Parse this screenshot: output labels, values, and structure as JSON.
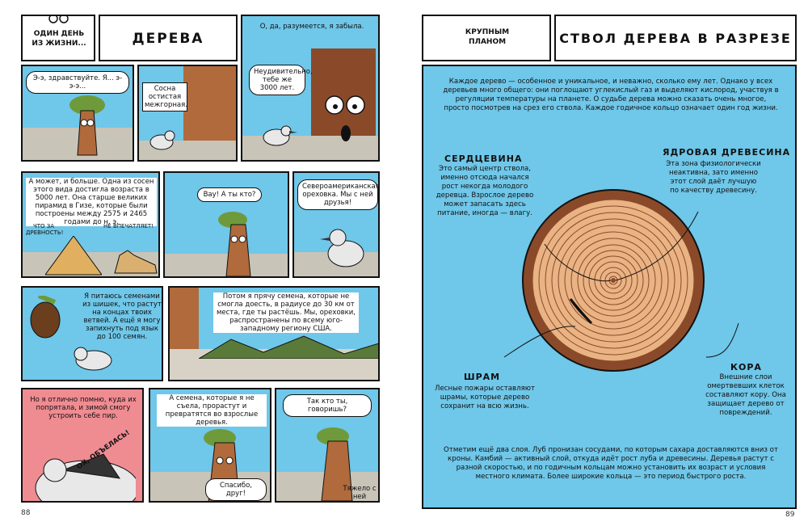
{
  "left_page": {
    "badge": "ОДИН ДЕНЬ ИЗ ЖИЗНИ...",
    "title": "ДЕРЕВА",
    "page_number": "88",
    "p1_caption": "О, да, разумеется, я забыла.",
    "p2_speech": "Э-э, здравствуйте. Я... э-э-э...",
    "p3_caption": "Сосна остистая межгорная.",
    "p4_speech": "Неудивительно, тебе же 3000 лет.",
    "p5_caption": "А может, и больше. Одна из сосен этого вида достигла возраста в 5000 лет. Она старше великих пирамид в Гизе, которые были построены между 2575 и 2465 годами до н. э.",
    "p5_pyramid": "ЧТО ЗА ДРЕВНОСТЬ!",
    "p5_sphinx": "НЕ ВПЕЧАТЛЯЕТ!",
    "p6_speech": "Вау! А ты кто?",
    "p7_speech": "Североамериканская ореховка. Мы с ней друзья!",
    "p8_speech": "Я питаюсь семенами из шишек, что растут на концах твоих ветвей. А ещё я могу запихнуть под язык до 100 семян.",
    "p9_caption": "Потом я прячу семена, которые не смогла доесть, в радиусе до 30 км от места, где ты растёшь. Мы, ореховки, распространены по всему юго-западному региону США.",
    "p10_caption": "Но я отлично помню, куда их попрятала, и зимой смогу устроить себе пир.",
    "p10_sfx": "ОХ, ОБЪЕЛАСЬ!",
    "p11_caption": "А семена, которые я не съела, прорастут и превратятся во взрослые деревья.",
    "p11_speech": "Спасибо, друг!",
    "p12_caption": "Так кто ты, говоришь?",
    "p12_speech": "Тяжело с ней"
  },
  "right_page": {
    "badge": "КРУПНЫМ ПЛАНОМ",
    "title": "СТВОЛ ДЕРЕВА В РАЗРЕЗЕ",
    "page_number": "89",
    "intro": "Каждое дерево — особенное и уникальное, и неважно, сколько ему лет. Однако у всех деревьев много общего: они поглощают углекислый газ и выделяют кислород, участвуя в регуляции температуры на планете. О судьбе дерева можно сказать очень многое, просто посмотрев на срез его ствола. Каждое годичное кольцо означает один год жизни.",
    "labels": {
      "heart_title": "СЕРДЦЕВИНА",
      "heart_text": "Это самый центр ствола, именно отсюда начался рост некогда молодого деревца. Взрослое дерево может запасать здесь питание, иногда — влагу.",
      "core_title": "ЯДРОВАЯ ДРЕВЕСИНА",
      "core_text": "Эта зона физиологически неактивна, зато именно этот слой даёт лучшую по качеству древесину.",
      "scar_title": "ШРАМ",
      "scar_text": "Лесные пожары оставляют шрамы, которые дерево сохранит на всю жизнь.",
      "bark_title": "КОРА",
      "bark_text": "Внешние слои омертвевших клеток составляют кору. Она защищает дерево от повреждений."
    },
    "outro": "Отметим ещё два слоя. Луб пронизан сосудами, по которым сахара доставляются вниз от кроны. Камбий — активный слой, откуда идёт рост луба и древесины. Деревья растут с разной скоростью, и по годичным кольцам можно установить их возраст и условия местного климата. Более широкие кольца — это период быстрого роста."
  },
  "colors": {
    "sky": "#6fc7e9",
    "pink": "#ef8c92",
    "bark": "#8a4a2a",
    "wood": "#e9b384",
    "ground": "#c9c4b8",
    "foliage": "#6e9a3c"
  }
}
